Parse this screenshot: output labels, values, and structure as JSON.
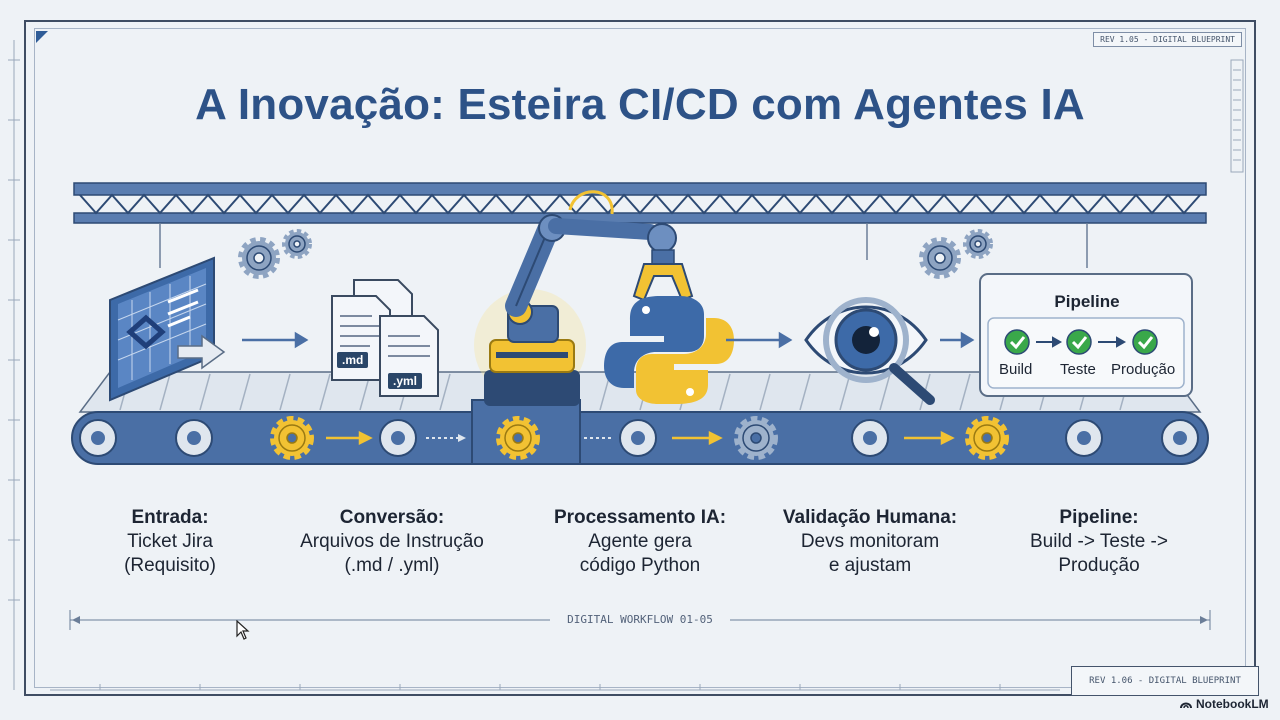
{
  "title": "A Inovação: Esteira CI/CD com Agentes IA",
  "rev_top": "REV 1.05 - DIGITAL BLUEPRINT",
  "rev_bottom": "REV 1.06 - DIGITAL BLUEPRINT",
  "workflow_label": "DIGITAL WORKFLOW 01-05",
  "brand": "NotebookLM",
  "documents": {
    "md": ".md",
    "yml": ".yml"
  },
  "pipeline_card": {
    "title": "Pipeline",
    "steps": [
      "Build",
      "Teste",
      "Produção"
    ]
  },
  "stages": [
    {
      "head": "Entrada:",
      "lines": [
        "Ticket Jira",
        "(Requisito)"
      ]
    },
    {
      "head": "Conversão:",
      "lines": [
        "Arquivos de Instrução",
        "(.md / .yml)"
      ]
    },
    {
      "head": "Processamento IA:",
      "lines": [
        "Agente gera",
        "código Python"
      ]
    },
    {
      "head": "Validação Humana:",
      "lines": [
        "Devs monitoram",
        "e ajustam"
      ]
    },
    {
      "head": "Pipeline:",
      "lines": [
        "Build -> Teste ->",
        "Produção"
      ]
    }
  ],
  "colors": {
    "primary": "#2d5287",
    "steel": "#4a6fa5",
    "accent_yellow": "#f2c233",
    "check_green": "#3aa84a"
  },
  "icons": [
    "jira-icon",
    "document-icon",
    "robot-arm-icon",
    "python-icon",
    "eye-icon",
    "magnifier-icon",
    "gear-icon",
    "check-icon",
    "arrow-right-icon"
  ]
}
